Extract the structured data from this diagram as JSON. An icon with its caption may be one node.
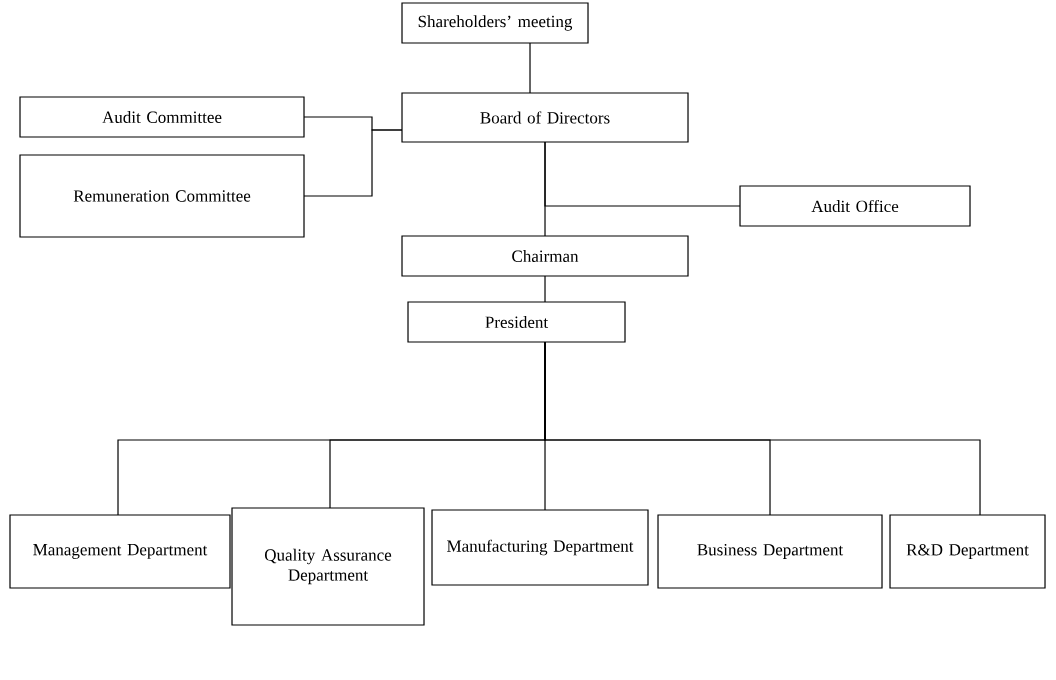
{
  "diagram": {
    "nodes": [
      {
        "text": [
          "Shareholders’ meeting"
        ]
      },
      {
        "text": [
          "Audit Committee"
        ]
      },
      {
        "text": [
          "Remuneration Committee"
        ]
      },
      {
        "text": [
          "Board of Directors"
        ]
      },
      {
        "text": [
          "Audit Office"
        ]
      },
      {
        "text": [
          "Chairman"
        ]
      },
      {
        "text": [
          "President"
        ]
      },
      {
        "text": [
          "Management Department"
        ]
      },
      {
        "text": [
          "Quality Assurance Department"
        ]
      },
      {
        "text": [
          "Manufacturing Department"
        ]
      },
      {
        "text": [
          "Business Department"
        ]
      },
      {
        "text": [
          "R&D Department"
        ]
      }
    ],
    "edges": [
      {
        "from": 0,
        "to": 3,
        "arrow": "none"
      },
      {
        "from": 1,
        "to": 3,
        "arrow": "none"
      },
      {
        "from": 2,
        "to": 3,
        "arrow": "none"
      },
      {
        "from": 3,
        "to": 5,
        "arrow": "none"
      },
      {
        "from": 3,
        "to": 4,
        "arrow": "none"
      },
      {
        "from": 5,
        "to": 6,
        "arrow": "none"
      },
      {
        "from": 6,
        "to": 7,
        "arrow": "none"
      },
      {
        "from": 6,
        "to": 8,
        "arrow": "none"
      },
      {
        "from": 6,
        "to": 9,
        "arrow": "none"
      },
      {
        "from": 6,
        "to": 10,
        "arrow": "none"
      },
      {
        "from": 6,
        "to": 11,
        "arrow": "none"
      }
    ]
  }
}
